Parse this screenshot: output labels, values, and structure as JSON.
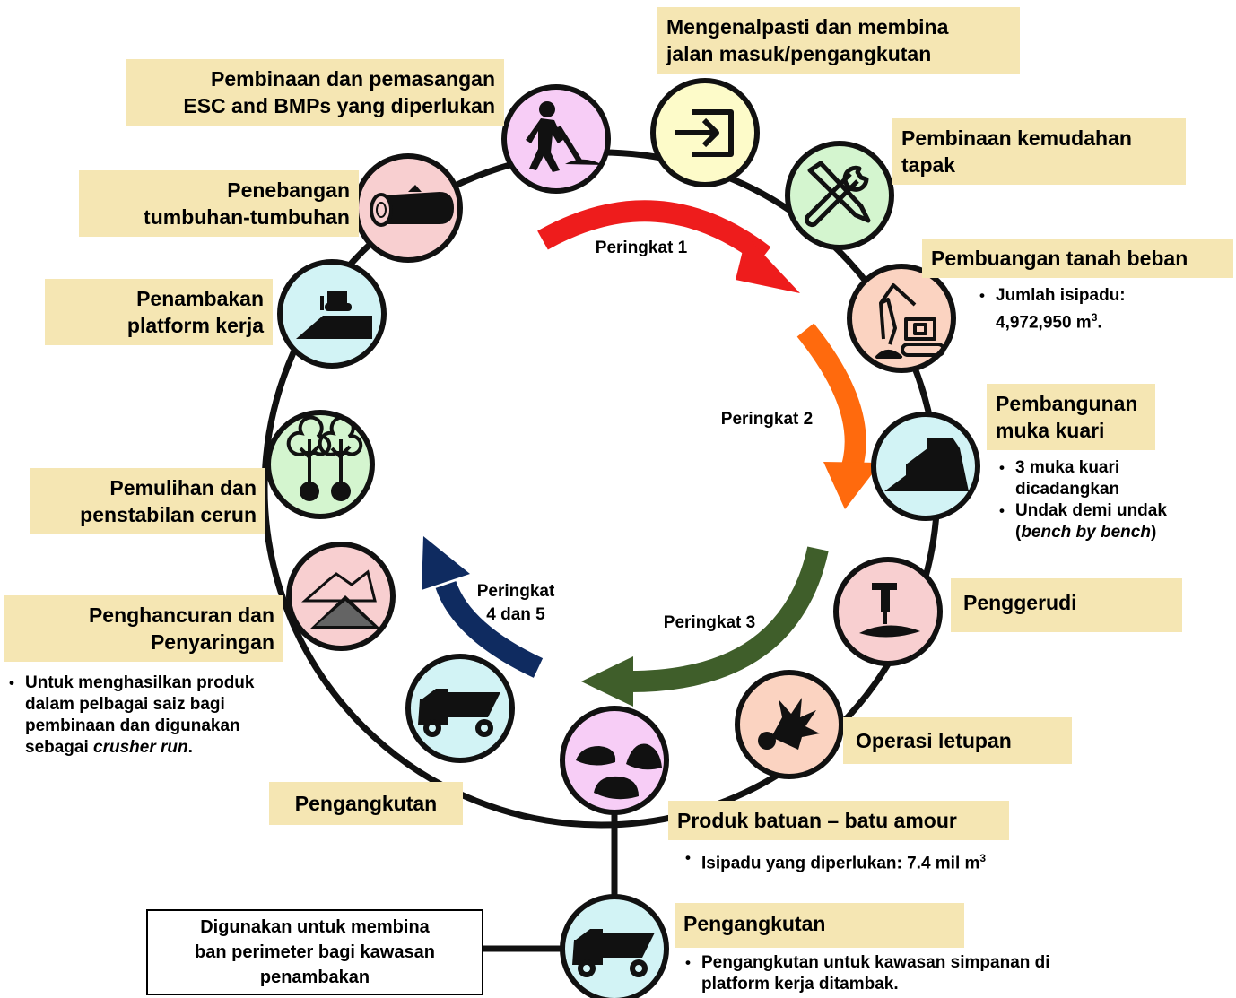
{
  "labels": {
    "access_road": [
      "Mengenalpasti dan membina",
      "jalan masuk/pengangkutan"
    ],
    "esc_bmp": [
      "Pembinaan dan pemasangan",
      "ESC and BMPs yang diperlukan"
    ],
    "site_facilities": [
      "Pembinaan kemudahan",
      "tapak"
    ],
    "clearing": [
      "Penebangan",
      "tumbuhan-tumbuhan"
    ],
    "overburden": "Pembuangan tanah beban",
    "platform": [
      "Penambakan",
      "platform kerja"
    ],
    "quarry_face": [
      "Pembangunan",
      "muka kuari"
    ],
    "restoration": [
      "Pemulihan dan",
      "penstabilan cerun"
    ],
    "drilling": "Penggerudi",
    "crushing": [
      "Penghancuran dan",
      "Penyaringan"
    ],
    "blasting": "Operasi letupan",
    "transport_left": "Pengangkutan",
    "armour_rock": "Produk batuan – batu amour",
    "transport_bottom": "Pengangkutan"
  },
  "bullets": {
    "overburden": [
      "Jumlah isipadu:",
      "4,972,950 m",
      "3",
      "."
    ],
    "quarry_face_1": [
      "3 muka kuari",
      "dicadangkan"
    ],
    "quarry_face_2": [
      "Undak demi undak",
      "(",
      "bench by bench",
      ")"
    ],
    "crushing": [
      "Untuk menghasilkan produk",
      "dalam pelbagai saiz bagi",
      "pembinaan dan digunakan",
      "sebagai ",
      "crusher run",
      "."
    ],
    "armour_rock": [
      "Isipadu yang diperlukan: 7.4 mil m",
      "3"
    ],
    "transport_bottom": [
      "Pengangkutan untuk kawasan simpanan di",
      "platform kerja ditambak."
    ]
  },
  "stages": {
    "s1": "Peringkat 1",
    "s2": "Peringkat 2",
    "s3": "Peringkat 3",
    "s45": [
      "Peringkat",
      "4 dan 5"
    ]
  },
  "perimeter_box": [
    "Digunakan untuk membina",
    "ban perimeter bagi kawasan",
    "penambakan"
  ],
  "colors": {
    "label_bg": "#f5e6b3",
    "arrow_stage1": "#ee1c1c",
    "arrow_stage2": "#ff6a0d",
    "arrow_stage3": "#3f5e2a",
    "arrow_stage45": "#0f2b60",
    "circle_yellow": "#fdfbc9",
    "circle_pink": "#f7cdf6",
    "circle_green": "#d4f5cf",
    "circle_salmon": "#f8cfd0",
    "circle_peach": "#fbd3c1",
    "circle_blue": "#d2f3f5"
  },
  "icons": [
    "enter-icon",
    "digging-worker-icon",
    "tools-icon",
    "log-icon",
    "excavator-icon",
    "bulldozer-icon",
    "quarry-bench-icon",
    "trees-icon",
    "drill-icon",
    "crusher-icon",
    "explosion-icon",
    "dump-truck-icon",
    "boulders-icon"
  ]
}
